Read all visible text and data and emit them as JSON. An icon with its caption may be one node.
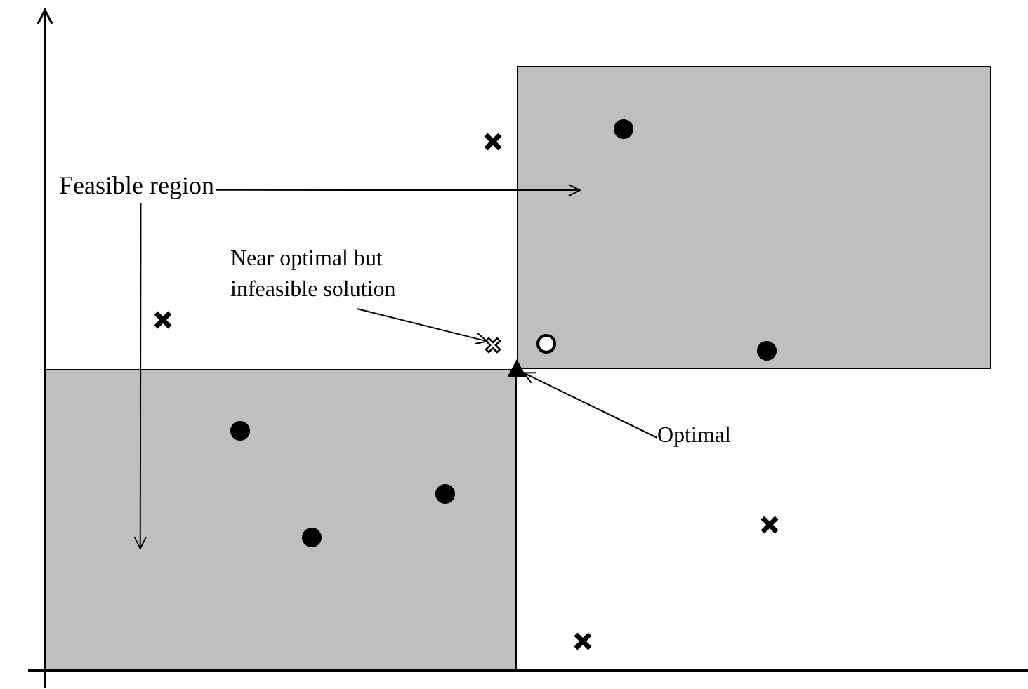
{
  "diagram": {
    "nodes": [
      {
        "text": [],
        "shape": "box"
      },
      {
        "text": [],
        "shape": "box"
      },
      {
        "text": [
          "Feasible region"
        ]
      },
      {
        "text": [
          "Near optimal but infeasible solution"
        ]
      },
      {
        "text": [],
        "shape": "cross"
      },
      {
        "text": [],
        "shape": "triangle"
      },
      {
        "text": [
          "Optimal"
        ]
      }
    ],
    "edges": [
      {
        "from": 2,
        "to": 0,
        "arrow": "to"
      },
      {
        "from": 2,
        "to": 1,
        "arrow": "to"
      },
      {
        "from": 3,
        "to": 4,
        "arrow": "to"
      },
      {
        "from": 6,
        "to": 5,
        "arrow": "to"
      }
    ]
  }
}
